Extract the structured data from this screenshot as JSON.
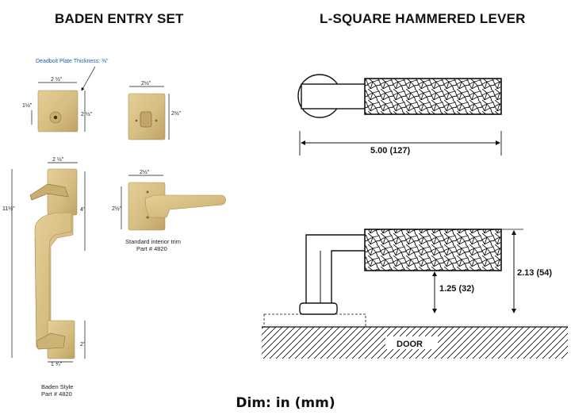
{
  "left_panel": {
    "title": "BADEN ENTRY SET",
    "deadbolt_note": "Deadbolt Plate Thickness: ⅜\"",
    "dims": {
      "deadbolt_width": "2 ½\"",
      "deadbolt_inner": "1½\"",
      "deadbolt_height": "2 ½\"",
      "thumbturn_width": "2½\"",
      "thumbturn_height": "2½\"",
      "grip_plate_width": "2 ½\"",
      "grip_overall_height": "11½\"",
      "grip_upper": "4\"",
      "grip_lower": "2\"",
      "grip_bottom_width": "1 ¾\"",
      "trim_width": "2½\"",
      "trim_height": "2½\""
    },
    "captions": {
      "interior_trim": [
        "Standard interior trim",
        "Part # 4820"
      ],
      "baden_style": [
        "Baden Style",
        "Part # 4820"
      ]
    }
  },
  "right_panel": {
    "title": "L-SQUARE HAMMERED LEVER",
    "length": "5.00 (127)",
    "height_lower": "1.25 (32)",
    "height_upper": "2.13 (54)",
    "door_label": "DOOR"
  },
  "footer": "Dim: in (mm)",
  "colors": {
    "brass": "#d6bd80",
    "brass_dark": "#b49a5c",
    "line": "#111111"
  }
}
